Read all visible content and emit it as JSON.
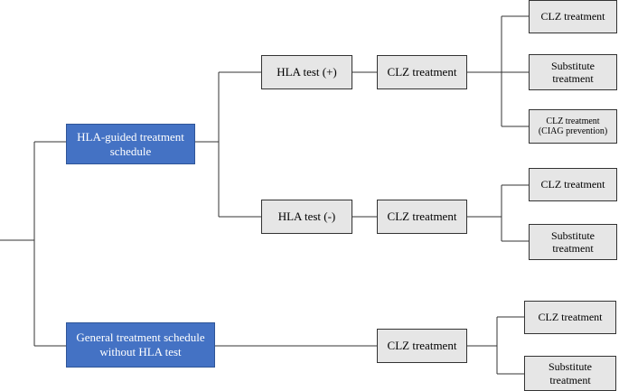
{
  "diagram": {
    "nodes": {
      "hla_guided": "HLA-guided treatment schedule",
      "general": "General treatment schedule without HLA test",
      "hla_pos": "HLA test (+)",
      "hla_neg": "HLA test (-)",
      "clz_pos": "CLZ treatment",
      "clz_neg": "CLZ treatment",
      "clz_general": "CLZ treatment",
      "pos_out1": "CLZ treatment",
      "pos_out2": "Substitute treatment",
      "pos_out3": "CLZ treatment (CIAG prevention)",
      "neg_out1": "CLZ treatment",
      "neg_out2": "Substitute treatment",
      "gen_out1": "CLZ treatment",
      "gen_out2": "Substitute treatment"
    },
    "colors": {
      "blue_fill": "#4472c4",
      "gray_fill": "#e6e6e6",
      "line": "#333333"
    }
  }
}
